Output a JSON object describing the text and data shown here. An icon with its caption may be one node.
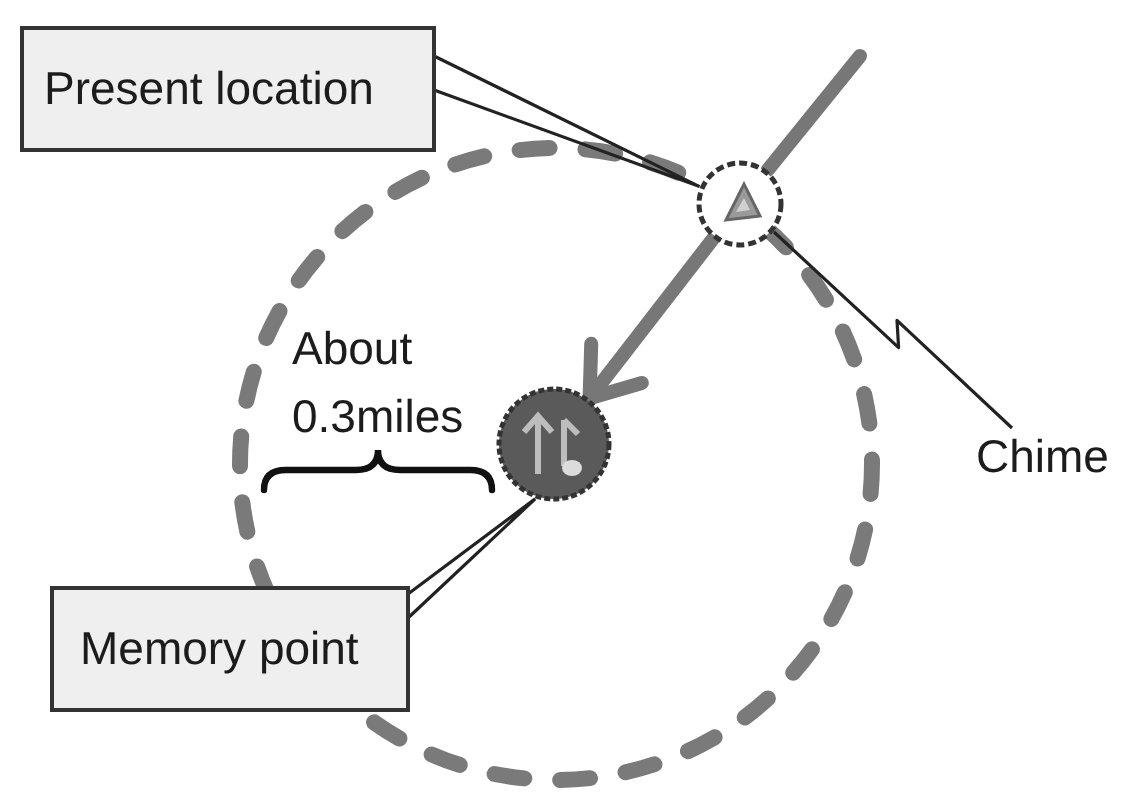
{
  "diagram": {
    "nodes": [
      {
        "text": [
          "Present location"
        ]
      },
      {
        "text": [],
        "shape": "circle"
      },
      {
        "text": [],
        "shape": "circle"
      },
      {
        "text": [
          "Chime"
        ]
      },
      {
        "text": [
          "Memory point"
        ]
      }
    ],
    "edges": [
      {
        "from": 0,
        "to": 1,
        "arrow": "none"
      },
      {
        "from": null,
        "to": 1,
        "arrow": "none",
        "style": "thick",
        "color": "#777777"
      },
      {
        "from": 1,
        "to": 2,
        "arrow": "to",
        "style": "thick",
        "color": "#777777"
      },
      {
        "from": 1,
        "to": 3,
        "arrow": "none"
      },
      {
        "from": 4,
        "to": 2,
        "arrow": "none"
      }
    ],
    "labels": [
      "About 0.3miles"
    ]
  }
}
